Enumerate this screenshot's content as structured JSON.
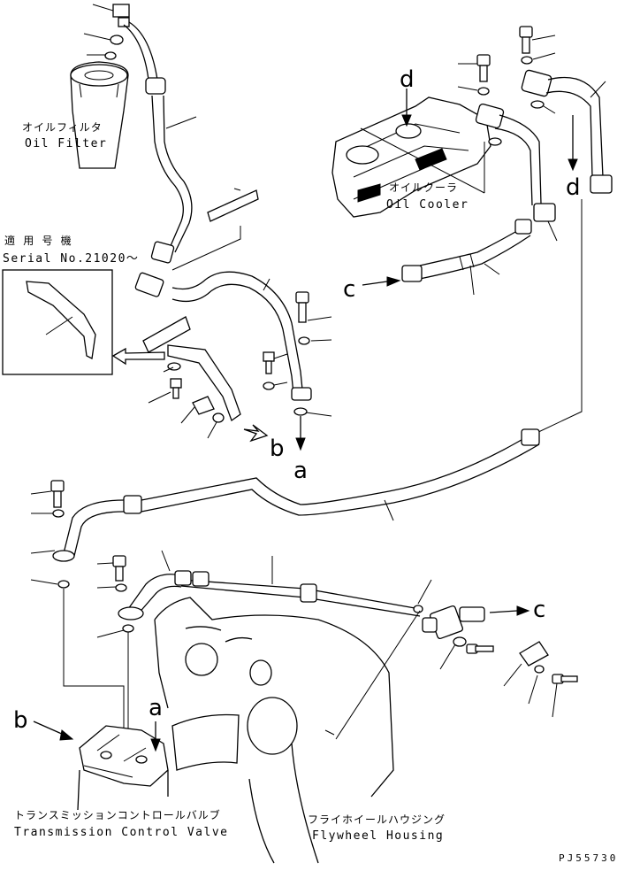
{
  "diagram": {
    "oil_filter": {
      "jp": "オイルフィルタ",
      "en": "Oil Filter"
    },
    "oil_cooler": {
      "jp": "オイルクーラ",
      "en": "Oil Cooler"
    },
    "serial": {
      "jp": "適 用 号 機",
      "en": "Serial No.21020～"
    },
    "transmission_valve": {
      "jp": "トランスミッションコントロールバルブ",
      "en": "Transmission Control Valve"
    },
    "flywheel_housing": {
      "jp": "フライホイールハウジング",
      "en": "Flywheel Housing"
    },
    "refs": {
      "a": "a",
      "b": "b",
      "c": "c",
      "d": "d"
    },
    "figure_code": "PJ55730"
  }
}
